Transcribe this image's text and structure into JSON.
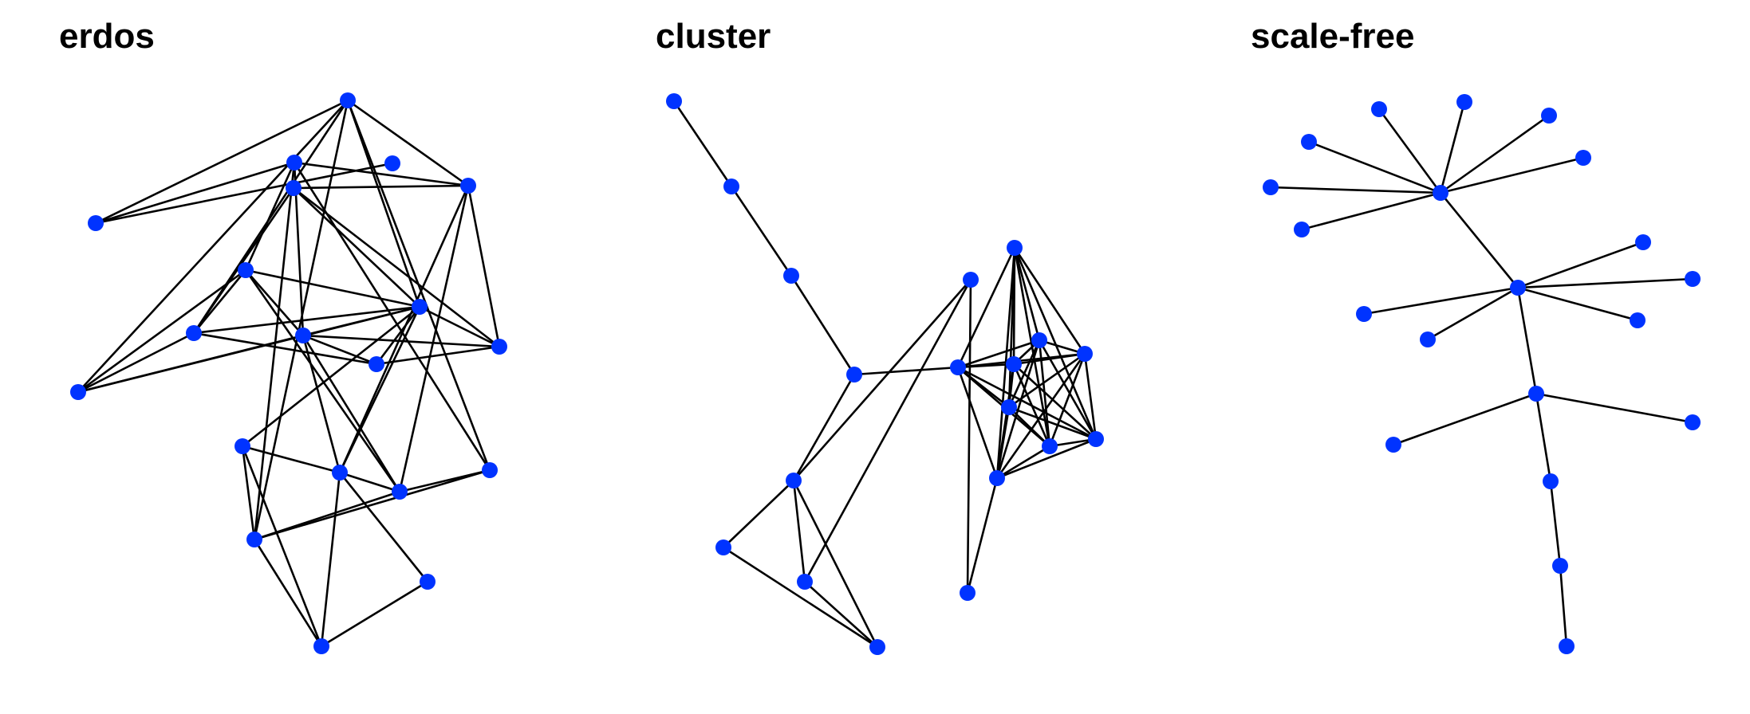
{
  "colors": {
    "node": "#0033ff",
    "edge": "#000000",
    "background": "#ffffff"
  },
  "panels": [
    {
      "id": "erdos",
      "title": "erdos",
      "edges": [
        [
          0,
          6
        ],
        [
          0,
          5
        ],
        [
          0,
          3
        ],
        [
          1,
          2
        ],
        [
          1,
          3
        ],
        [
          1,
          7
        ],
        [
          1,
          8
        ],
        [
          1,
          10
        ],
        [
          2,
          3
        ],
        [
          2,
          4
        ],
        [
          2,
          7
        ],
        [
          2,
          9
        ],
        [
          2,
          10
        ],
        [
          3,
          10
        ],
        [
          3,
          12
        ],
        [
          3,
          14
        ],
        [
          3,
          15
        ],
        [
          4,
          10
        ],
        [
          4,
          11
        ],
        [
          4,
          12
        ],
        [
          6,
          7
        ],
        [
          6,
          8
        ],
        [
          6,
          12
        ],
        [
          6,
          14
        ],
        [
          6,
          15
        ],
        [
          7,
          8
        ],
        [
          7,
          10
        ],
        [
          7,
          17
        ],
        [
          8,
          9
        ],
        [
          8,
          10
        ],
        [
          8,
          11
        ],
        [
          8,
          16
        ],
        [
          8,
          17
        ],
        [
          9,
          10
        ],
        [
          9,
          11
        ],
        [
          10,
          11
        ],
        [
          10,
          13
        ],
        [
          10,
          16
        ],
        [
          11,
          12
        ],
        [
          12,
          16
        ],
        [
          12,
          17
        ],
        [
          13,
          15
        ],
        [
          13,
          16
        ],
        [
          13,
          19
        ],
        [
          14,
          15
        ],
        [
          14,
          17
        ],
        [
          15,
          17
        ],
        [
          15,
          19
        ],
        [
          16,
          17
        ],
        [
          16,
          18
        ],
        [
          16,
          19
        ],
        [
          18,
          19
        ]
      ]
    },
    {
      "id": "cluster",
      "title": "cluster",
      "edges": [
        [
          0,
          1
        ],
        [
          1,
          2
        ],
        [
          2,
          3
        ],
        [
          3,
          4
        ],
        [
          3,
          7
        ],
        [
          4,
          5
        ],
        [
          4,
          6
        ],
        [
          4,
          8
        ],
        [
          4,
          9
        ],
        [
          5,
          9
        ],
        [
          6,
          9
        ],
        [
          6,
          8
        ],
        [
          7,
          10
        ],
        [
          7,
          11
        ],
        [
          7,
          12
        ],
        [
          7,
          13
        ],
        [
          7,
          14
        ],
        [
          7,
          15
        ],
        [
          7,
          16
        ],
        [
          7,
          17
        ],
        [
          10,
          11
        ],
        [
          10,
          12
        ],
        [
          10,
          13
        ],
        [
          10,
          14
        ],
        [
          10,
          15
        ],
        [
          10,
          16
        ],
        [
          10,
          17
        ],
        [
          11,
          12
        ],
        [
          11,
          13
        ],
        [
          11,
          14
        ],
        [
          11,
          15
        ],
        [
          11,
          16
        ],
        [
          11,
          17
        ],
        [
          12,
          13
        ],
        [
          12,
          14
        ],
        [
          12,
          15
        ],
        [
          12,
          16
        ],
        [
          12,
          17
        ],
        [
          13,
          14
        ],
        [
          13,
          15
        ],
        [
          13,
          16
        ],
        [
          13,
          17
        ],
        [
          14,
          15
        ],
        [
          14,
          16
        ],
        [
          14,
          17
        ],
        [
          15,
          16
        ],
        [
          15,
          17
        ],
        [
          16,
          17
        ],
        [
          17,
          18
        ],
        [
          18,
          8
        ]
      ]
    },
    {
      "id": "scale-free",
      "title": "scale-free",
      "edges": [
        [
          0,
          1
        ],
        [
          0,
          2
        ],
        [
          0,
          3
        ],
        [
          0,
          4
        ],
        [
          0,
          5
        ],
        [
          0,
          6
        ],
        [
          0,
          7
        ],
        [
          0,
          8
        ],
        [
          8,
          9
        ],
        [
          8,
          10
        ],
        [
          8,
          11
        ],
        [
          8,
          12
        ],
        [
          8,
          13
        ],
        [
          8,
          14
        ],
        [
          14,
          15
        ],
        [
          14,
          16
        ],
        [
          14,
          17
        ],
        [
          17,
          18
        ],
        [
          18,
          19
        ]
      ]
    }
  ]
}
